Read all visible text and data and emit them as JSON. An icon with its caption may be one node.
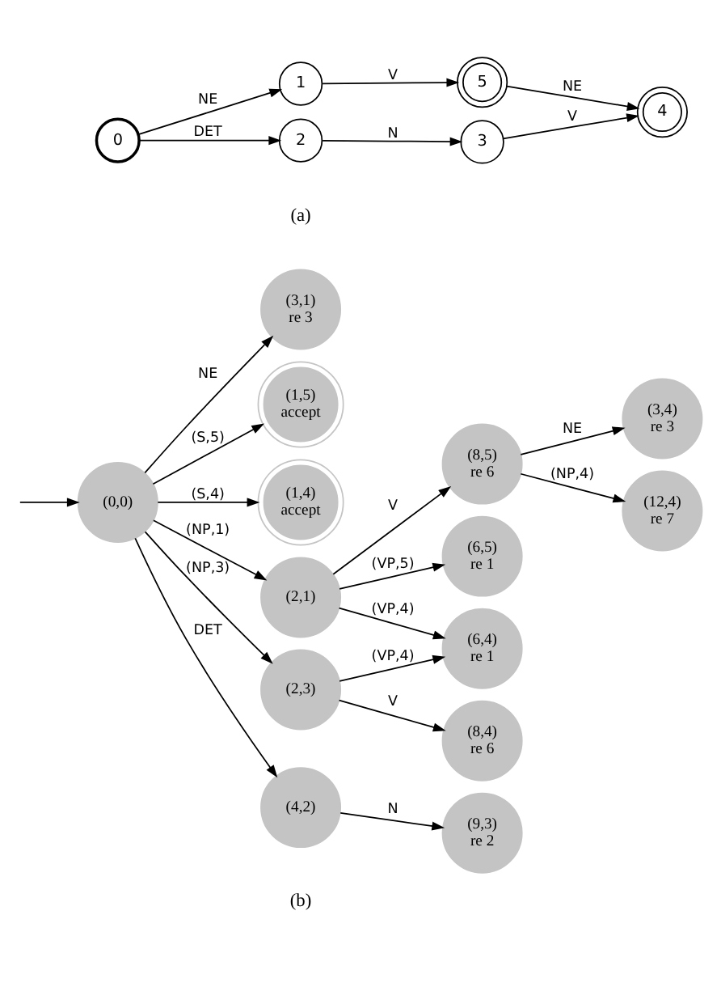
{
  "diagram": {
    "nodes": [
      {
        "text": [
          "0"
        ]
      },
      {
        "text": [
          "1"
        ]
      },
      {
        "text": [
          "5"
        ]
      },
      {
        "text": [
          "2"
        ]
      },
      {
        "text": [
          "3"
        ]
      },
      {
        "text": [
          "4"
        ]
      },
      {
        "text": [
          "(0,0)"
        ]
      },
      {
        "text": [
          "(3,1)",
          "re 3"
        ]
      },
      {
        "text": [
          "(1,5)",
          "accept"
        ]
      },
      {
        "text": [
          "(1,4)",
          "accept"
        ]
      },
      {
        "text": [
          "(2,1)"
        ]
      },
      {
        "text": [
          "(2,3)"
        ]
      },
      {
        "text": [
          "(4,2)"
        ]
      },
      {
        "text": [
          "(8,5)",
          "re 6"
        ]
      },
      {
        "text": [
          "(6,5)",
          "re 1"
        ]
      },
      {
        "text": [
          "(6,4)",
          "re 1"
        ]
      },
      {
        "text": [
          "(8,4)",
          "re 6"
        ]
      },
      {
        "text": [
          "(9,3)",
          "re 2"
        ]
      },
      {
        "text": [
          "(3,4)",
          "re 3"
        ]
      },
      {
        "text": [
          "(12,4)",
          "re 7"
        ]
      }
    ],
    "edges": [
      {
        "from": 0,
        "to": 1,
        "arrow": "to",
        "label": "NE"
      },
      {
        "from": 1,
        "to": 2,
        "arrow": "to",
        "label": "V"
      },
      {
        "from": 2,
        "to": 5,
        "arrow": "to",
        "label": "NE"
      },
      {
        "from": 0,
        "to": 3,
        "arrow": "to",
        "label": "DET"
      },
      {
        "from": 3,
        "to": 4,
        "arrow": "to",
        "label": "N"
      },
      {
        "from": 4,
        "to": 5,
        "arrow": "to",
        "label": "V"
      },
      {
        "from": null,
        "to": 6,
        "arrow": "to"
      },
      {
        "from": 6,
        "to": 7,
        "arrow": "to",
        "label": "NE"
      },
      {
        "from": 6,
        "to": 8,
        "arrow": "to",
        "label": "(S,5)"
      },
      {
        "from": 6,
        "to": 9,
        "arrow": "to",
        "label": "(S,4)"
      },
      {
        "from": 6,
        "to": 10,
        "arrow": "to",
        "label": "(NP,1)"
      },
      {
        "from": 6,
        "to": 11,
        "arrow": "to",
        "label": "(NP,3)"
      },
      {
        "from": 6,
        "to": 12,
        "arrow": "to",
        "label": "DET"
      },
      {
        "from": 10,
        "to": 13,
        "arrow": "to",
        "label": "V"
      },
      {
        "from": 10,
        "to": 14,
        "arrow": "to",
        "label": "(VP,5)"
      },
      {
        "from": 10,
        "to": 15,
        "arrow": "to",
        "label": "(VP,4)"
      },
      {
        "from": 11,
        "to": 15,
        "arrow": "to",
        "label": "(VP,4)"
      },
      {
        "from": 11,
        "to": 16,
        "arrow": "to",
        "label": "V"
      },
      {
        "from": 12,
        "to": 17,
        "arrow": "to",
        "label": "N"
      },
      {
        "from": 13,
        "to": 18,
        "arrow": "to",
        "label": "NE"
      },
      {
        "from": 13,
        "to": 19,
        "arrow": "to",
        "label": "(NP,4)"
      }
    ],
    "labels": [
      "(a)",
      "(b)"
    ]
  }
}
